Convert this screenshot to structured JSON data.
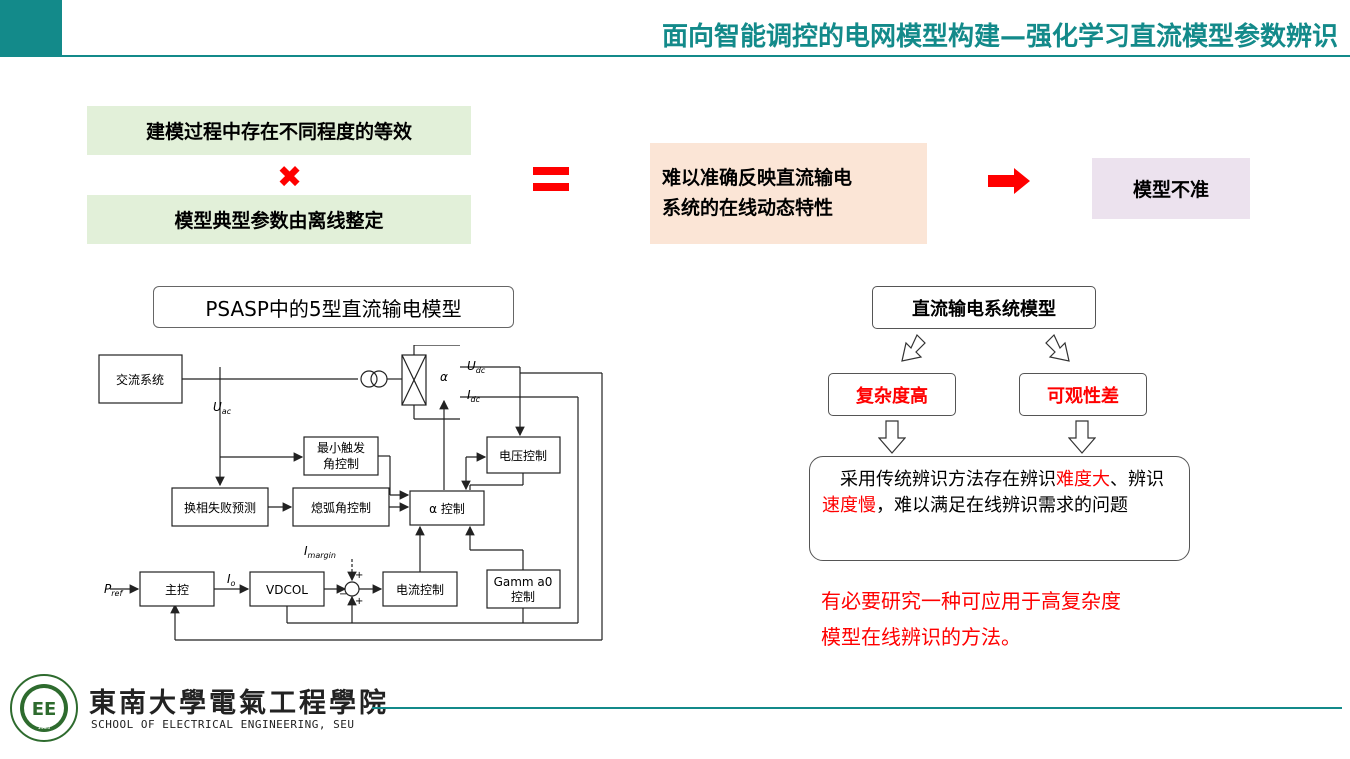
{
  "title": "面向智能调控的电网模型构建—强化学习直流模型参数辨识",
  "top": {
    "box1": "建模过程中存在不同程度的等效",
    "operator_times": "✖",
    "box2": "模型典型参数由离线整定",
    "result_line1": "难以准确反映直流输电",
    "result_line2": "系统的在线动态特性",
    "final": "模型不准"
  },
  "diagram": {
    "caption": "PSASP中的5型直流输电模型",
    "blocks": {
      "ac_system": "交流系统",
      "min_trigger_l1": "最小触发",
      "min_trigger_l2": "角控制",
      "commutation": "换相失败预测",
      "extinction": "熄弧角控制",
      "alpha_ctrl": "α 控制",
      "voltage_ctrl": "电压控制",
      "main_ctrl": "主控",
      "vdcol": "VDCOL",
      "current_ctrl": "电流控制",
      "gamma0_l1": "Gamm a0",
      "gamma0_l2": "控制"
    },
    "labels": {
      "uac": "U",
      "uac_sub": "ac",
      "udc": "U",
      "udc_sub": "dc",
      "idc": "I",
      "idc_sub": "dc",
      "alpha": "α",
      "imargin": "I",
      "imargin_sub": "margin",
      "io": "I",
      "io_sub": "o",
      "pref": "P",
      "pref_sub": "ref",
      "plus": "+",
      "minus": "−"
    }
  },
  "flow": {
    "root": "直流输电系统模型",
    "left": "复杂度高",
    "right": "可观性差",
    "desc_parts": [
      "　采用传统辨识方法存在辨识",
      "难度大",
      "、辨识",
      "速度慢",
      "，难以满足在线辨识需求的问题"
    ],
    "conclusion_line1": "有必要研究一种可应用于高复杂度",
    "conclusion_line2": "模型在线辨识的方法。"
  },
  "footer": {
    "school_cn": "東南大學電氣工程學院",
    "school_en": "SCHOOL OF ELECTRICAL ENGINEERING, SEU",
    "logo_text": "EE",
    "logo_year": "1923"
  },
  "colors": {
    "accent": "#138a8a",
    "red": "#ff0000",
    "green_box": "#e2f0d9",
    "peach_box": "#fbe5d6",
    "lilac_box": "#ece2ee"
  }
}
